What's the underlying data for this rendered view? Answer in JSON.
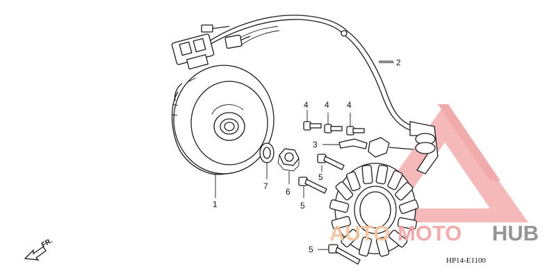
{
  "diagram": {
    "code": "HP14-E1100",
    "direction_label": "FR.",
    "callouts": [
      {
        "id": "flywheel",
        "label": "1"
      },
      {
        "id": "wire-harness",
        "label": "2"
      },
      {
        "id": "clamp",
        "label": "3"
      },
      {
        "id": "bolt-a",
        "label": "4"
      },
      {
        "id": "bolt-b",
        "label": "4"
      },
      {
        "id": "bolt-c",
        "label": "4"
      },
      {
        "id": "stator-bolt-a",
        "label": "5"
      },
      {
        "id": "stator-bolt-b",
        "label": "5"
      },
      {
        "id": "stator-bolt-c",
        "label": "5"
      },
      {
        "id": "nut",
        "label": "6"
      },
      {
        "id": "washer",
        "label": "7"
      }
    ]
  },
  "watermark": {
    "part1": "AUTO",
    "part2": "MOTO",
    "part3": "HUB",
    "color_primary": "#f2a2a2",
    "color_secondary": "#f6c29a",
    "color_dark": "#8a8a8a"
  }
}
